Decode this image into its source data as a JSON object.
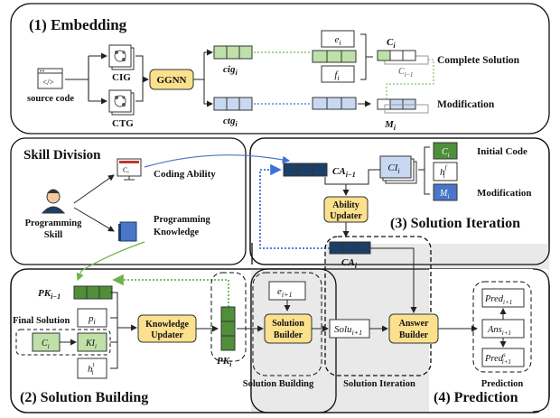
{
  "colors": {
    "green": "#4f8f3a",
    "light_green": "#bfe0a8",
    "navy": "#1c3f66",
    "blue": "#4a76c8",
    "light_blue": "#c9d8f2",
    "yellow": "#fbe08e",
    "dotted_blue": "#3f6fd8",
    "dotted_green": "#6db34a",
    "gray_region": "#e7e7e7"
  },
  "embedding": {
    "title": "(1) Embedding",
    "source_code": "source code",
    "cig": "CIG",
    "ctg": "CTG",
    "ggnn": "GGNN",
    "cig_i": "cig",
    "ctg_i": "ctg",
    "e_i": "e",
    "f_i": "f",
    "c_i": "C",
    "c_prev": "C",
    "m_i": "M",
    "complete_solution": "Complete Solution",
    "modification": "Modification"
  },
  "skill": {
    "title": "Skill Division",
    "coding_ability": "Coding Ability",
    "programming_skill": [
      "Programming",
      "Skill"
    ],
    "programming_knowledge": [
      "Programming",
      "Knowledge"
    ]
  },
  "iteration": {
    "title": "(3) Solution Iteration",
    "ca_prev": "CA",
    "ci_i": "CI",
    "c_i": "C",
    "h_f": "h",
    "m_i": "M",
    "initial_code": "Initial Code",
    "modification": "Modification",
    "ability_updater": [
      "Ability",
      "Updater"
    ],
    "ca_i": "CA"
  },
  "building": {
    "title": "(2) Solution Building",
    "pk_prev": "PK",
    "final_solution": "Final Solution",
    "p_i": "p",
    "c_i": "C",
    "ki_i": "KI",
    "h_t": "h",
    "knowledge_updater": [
      "Knowledge",
      "Updater"
    ],
    "pk_i": "PK"
  },
  "middle": {
    "e_next": "e",
    "solution_builder": [
      "Solution",
      "Builder"
    ],
    "solu_next": "Solu",
    "answer_builder": [
      "Answer",
      "Builder"
    ],
    "solution_building_label": "Solution Building",
    "solution_iteration_label": "Solution Iteration"
  },
  "prediction": {
    "title": "(4) Prediction",
    "pred_next": "Pred",
    "ans_next": "Ans",
    "pred_s_next": "Pred",
    "label": "Prediction"
  }
}
